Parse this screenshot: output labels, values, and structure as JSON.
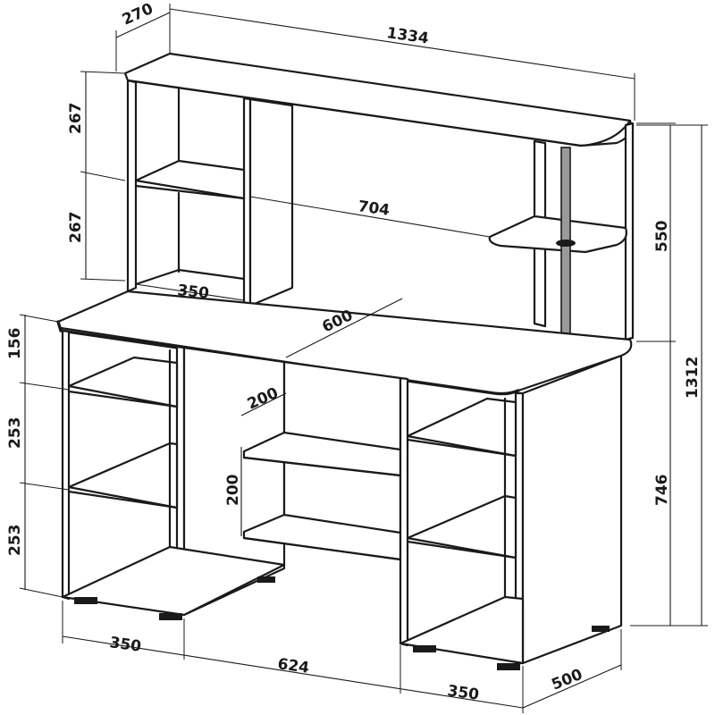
{
  "dimensions": {
    "overall_width": "1334",
    "top_depth": "270",
    "upper_shelf_height_1": "267",
    "upper_shelf_height_2": "267",
    "span_between_units": "704",
    "upper_unit_width": "350",
    "hutch_height": "550",
    "total_height": "1312",
    "desk_height": "746",
    "desk_depth": "600",
    "base_top_gap": "156",
    "base_shelf_height_1": "253",
    "base_shelf_height_2": "253",
    "middle_shelf_depth": "200",
    "middle_shelf_gap": "200",
    "left_unit_width": "350",
    "knee_space_width": "624",
    "right_unit_width": "350",
    "base_depth": "500"
  }
}
